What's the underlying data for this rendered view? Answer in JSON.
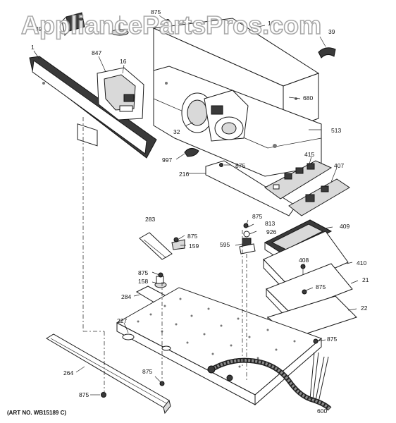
{
  "watermark": "AppliancePartsPros.com",
  "art_number": "(ART NO. WB15189 C)",
  "callouts": {
    "c1": "1",
    "c847": "847",
    "c16": "16",
    "c875a": "875",
    "c18": "18",
    "c39a": "39",
    "c39b": "39",
    "c680": "680",
    "c513": "513",
    "c32": "32",
    "c997": "997",
    "c875b": "875",
    "c216": "216",
    "c415": "415",
    "c407": "407",
    "c283": "283",
    "c875c": "875",
    "c159": "159",
    "c875d": "875",
    "c813": "813",
    "c926": "926",
    "c595": "595",
    "c409": "409",
    "c875e": "875",
    "c158": "158",
    "c408": "408",
    "c410": "410",
    "c875f": "875",
    "c21": "21",
    "c284": "284",
    "c22": "22",
    "c227": "227",
    "c875g": "875",
    "c264": "264",
    "c875h": "875",
    "c875i": "875",
    "c600": "600"
  }
}
